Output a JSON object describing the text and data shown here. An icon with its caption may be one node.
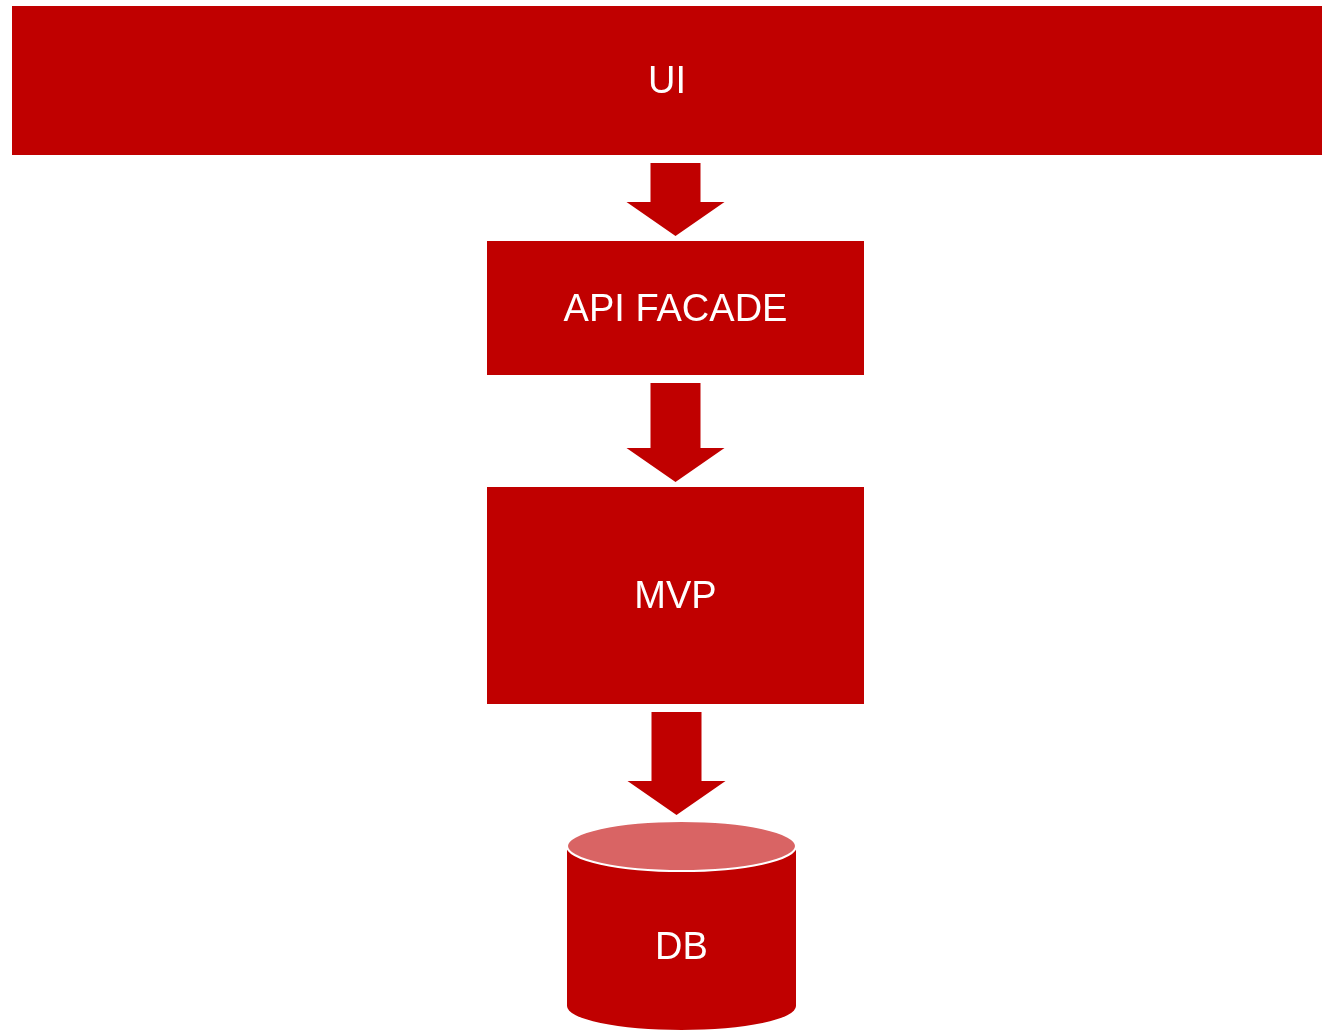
{
  "diagram": {
    "nodes": [
      {
        "text": [
          "UI"
        ]
      },
      {
        "text": [
          "API FACADE"
        ]
      },
      {
        "text": [
          "MVP"
        ]
      },
      {
        "text": [
          "DB"
        ]
      }
    ],
    "edges": [
      {
        "from": 0,
        "to": 1,
        "arrow": "to"
      },
      {
        "from": 1,
        "to": 2,
        "arrow": "to"
      },
      {
        "from": 2,
        "to": 3,
        "arrow": "to"
      }
    ]
  }
}
